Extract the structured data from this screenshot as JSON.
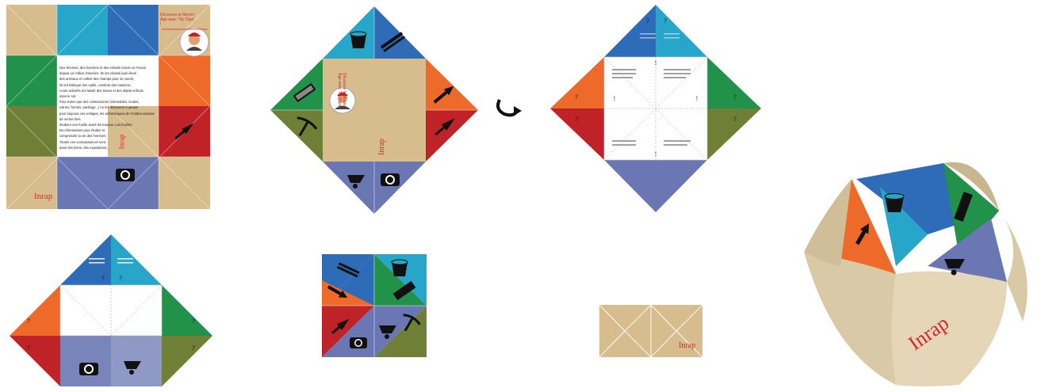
{
  "brand": "Inrap",
  "invite": "Découvre le Moyen Âge avec 'Tip Topa' !",
  "colors": {
    "tan": "#d7bd8e",
    "cyan": "#27a6c9",
    "blue": "#2f6cb8",
    "green": "#22924b",
    "orange": "#ee6a2a",
    "red": "#c02327",
    "olive": "#6f7f36",
    "slate": "#6a77b3",
    "brandRed": "#d9262b",
    "ink": "#1a1a1a"
  },
  "intro_lines": [
    "Des femmes, des hommes et des enfants vivent en France",
    "depuis un million d'années. Ils ont chassé puis élevé",
    "des animaux et cultivé des champs pour se nourrir,",
    "ils ont fabriqué des outils, construit des maisons...",
    "Leurs activités ont laissé des traces et des objets enfouis",
    "dans le sol.",
    "Pour éviter que des constructions (immeubles, écoles,",
    "usines, fermes, parkings...) ne les détruisent à jamais",
    "pour toujours ces vestiges, les archéologues de l'Institut national de recherches",
    "étudient une fouille avant les travaux. Les fouilles",
    "les informations pour étudier et",
    "comprendre la vie des hommes",
    "Toutes ces connaissances sont",
    "dans des livres, des expositions..."
  ],
  "icons": [
    "bucket-icon",
    "trowel-icon",
    "brush-icon",
    "paintbrush-icon",
    "pickaxe-icon",
    "camera-icon",
    "wheelbarrow-icon",
    "crayons-icon"
  ]
}
